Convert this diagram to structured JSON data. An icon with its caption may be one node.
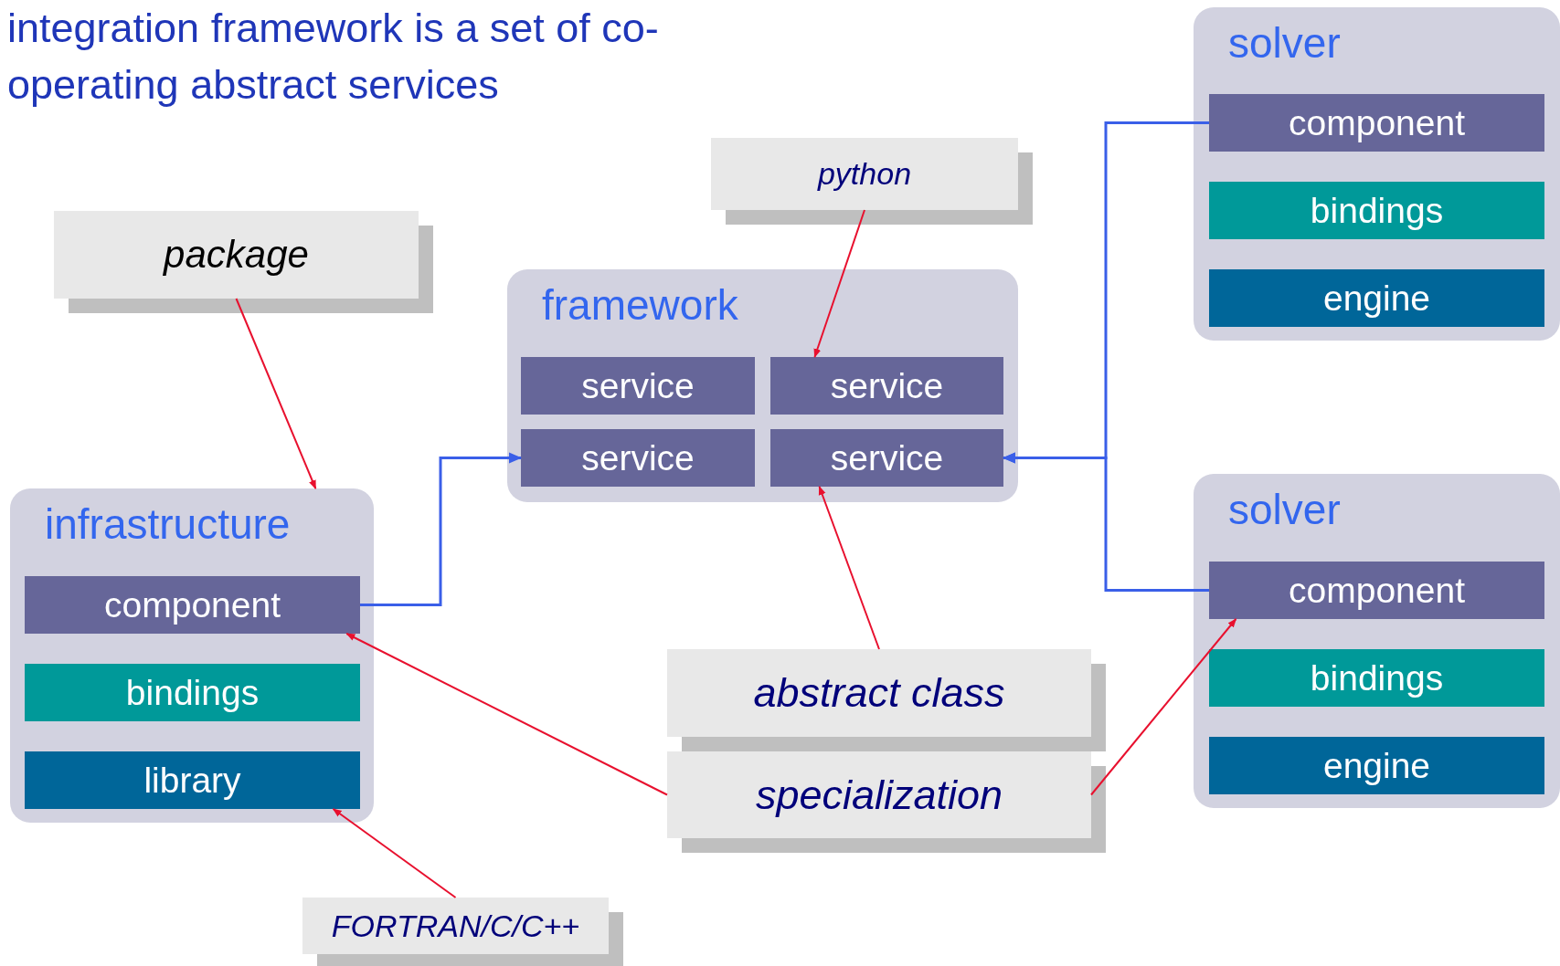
{
  "diagram": {
    "title": "integration framework is a set of co-operating abstract services",
    "nodes": [
      {
        "text": [
          "package"
        ]
      },
      {
        "text": [
          "python"
        ]
      },
      {
        "text": [
          "framework"
        ]
      },
      {
        "text": [
          "service"
        ],
        "in": 2
      },
      {
        "text": [
          "service"
        ],
        "in": 2
      },
      {
        "text": [
          "service"
        ],
        "in": 2
      },
      {
        "text": [
          "service"
        ],
        "in": 2
      },
      {
        "text": [
          "infrastructure"
        ]
      },
      {
        "text": [
          "component"
        ],
        "in": 7
      },
      {
        "text": [
          "bindings"
        ],
        "in": 7
      },
      {
        "text": [
          "library"
        ],
        "in": 7
      },
      {
        "text": [
          "solver"
        ]
      },
      {
        "text": [
          "component"
        ],
        "in": 11
      },
      {
        "text": [
          "bindings"
        ],
        "in": 11
      },
      {
        "text": [
          "engine"
        ],
        "in": 11
      },
      {
        "text": [
          "solver"
        ]
      },
      {
        "text": [
          "component"
        ],
        "in": 15
      },
      {
        "text": [
          "bindings"
        ],
        "in": 15
      },
      {
        "text": [
          "engine"
        ],
        "in": 15
      },
      {
        "text": [
          "abstract class"
        ]
      },
      {
        "text": [
          "specialization"
        ]
      },
      {
        "text": [
          "FORTRAN/C/C++"
        ]
      }
    ],
    "edges": [
      {
        "from": 0,
        "to": 7,
        "arrow": "to"
      },
      {
        "from": 1,
        "to": 4,
        "arrow": "to"
      },
      {
        "from": 8,
        "to": 5,
        "arrow": "to",
        "color": "#3a5fe8"
      },
      {
        "from": 12,
        "to": 6,
        "arrow": "to",
        "color": "#3a5fe8"
      },
      {
        "from": 16,
        "to": 6,
        "arrow": "to",
        "color": "#3a5fe8"
      },
      {
        "from": 19,
        "to": 6,
        "arrow": "to"
      },
      {
        "from": 20,
        "to": 8,
        "arrow": "to"
      },
      {
        "from": 20,
        "to": 16,
        "arrow": "to"
      },
      {
        "from": 21,
        "to": 10,
        "arrow": "to"
      }
    ]
  }
}
